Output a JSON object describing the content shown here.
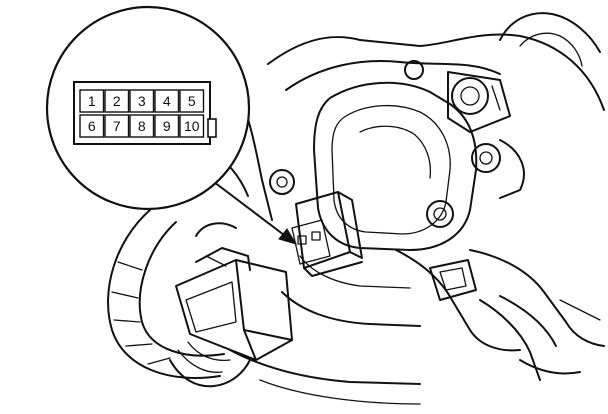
{
  "connector": {
    "pins_top": [
      "1",
      "2",
      "3",
      "4",
      "5"
    ],
    "pins_bottom": [
      "6",
      "7",
      "8",
      "9",
      "10"
    ]
  },
  "colors": {
    "ink": "#111111",
    "background": "#ffffff"
  }
}
